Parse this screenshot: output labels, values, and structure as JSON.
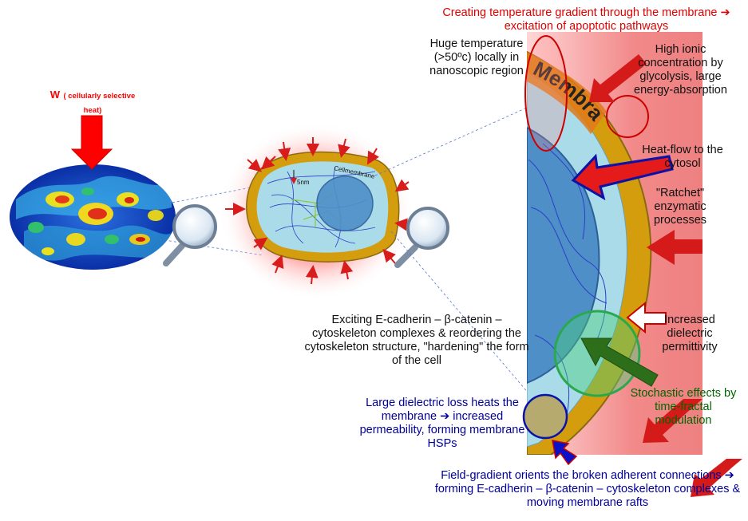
{
  "colors": {
    "red_text": "#e00000",
    "blue_text": "#000099",
    "green_text": "#006600",
    "membrane": "#d4a012",
    "cytosol": "#a9dbe8",
    "nucleus": "#4f8fc7",
    "arrow_red": "#dd1111"
  },
  "w_label": {
    "symbol": "W",
    "text": "( cellularly selective heat)"
  },
  "cell_labels": {
    "membrane_small": "Cellmembrane",
    "thickness": "5nm",
    "membrane_big": "Membrane"
  },
  "labels": {
    "top_red": "Creating temperature gradient through the membrane ➔ excitation of apoptotic pathways",
    "huge_temp": "Huge temperature (>50ºc) locally in nanoscopic region",
    "ionic": "High ionic concentration by glycolysis, large energy-absorption",
    "heatflow": "Heat-flow to the cytosol",
    "ratchet": "\"Ratchet\" enzymatic processes",
    "dielectric": "Increased dielectric permittivity",
    "cadherin": "Exciting E-cadherin – β-catenin – cytoskeleton complexes & reordering the cytoskeleton structure, \"hardening\" the form of the cell",
    "stochastic": "Stochastic effects by time-fractal modulation",
    "loss": "Large dielectric loss heats the membrane ➔ increased permeability, forming membrane HSPs",
    "field": "Field-gradient orients the broken adherent connections ➔ forming E-cadherin – β-catenin – cytoskeleton complexes & moving membrane rafts"
  },
  "icons": [
    "magnifier-icon",
    "down-arrow-icon",
    "inward-arrow-icon",
    "heat-flow-arrow-icon",
    "stochastic-arrow-icon"
  ]
}
